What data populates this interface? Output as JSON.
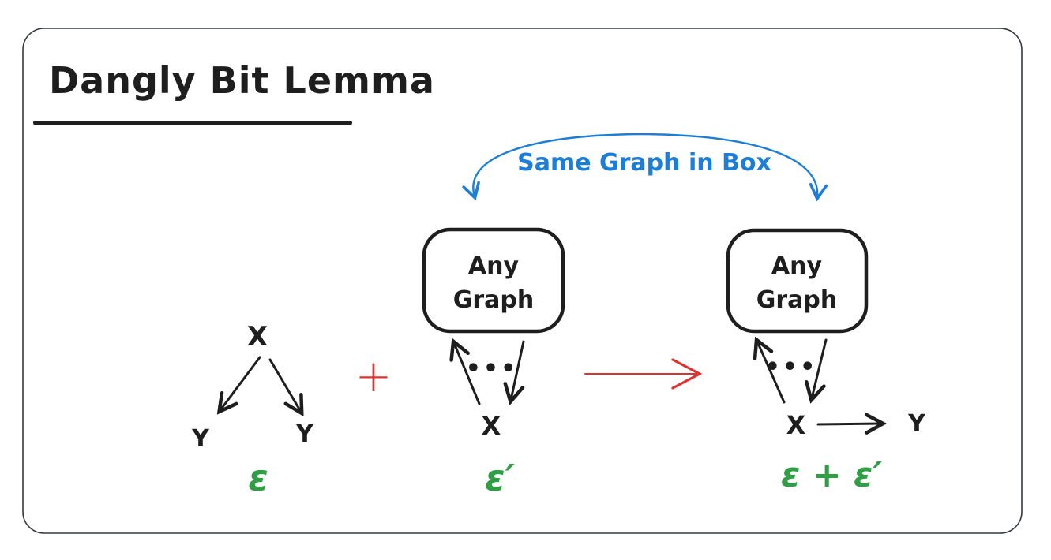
{
  "title": "Dangly Bit Lemma",
  "annotation": {
    "text": "Same Graph in Box"
  },
  "boxes": {
    "left": {
      "line1": "Any",
      "line2": "Graph"
    },
    "right": {
      "line1": "Any",
      "line2": "Graph"
    }
  },
  "graphs": {
    "left": {
      "parent": "X",
      "child_left": "Y",
      "child_right": "Y",
      "label": "ε"
    },
    "middle": {
      "dots": "•••",
      "node": "X",
      "label": "ε′"
    },
    "right": {
      "dots": "•••",
      "node": "X",
      "child": "Y",
      "label": "ε + ε′"
    }
  },
  "operators": {
    "plus": "+"
  },
  "colors": {
    "ink": "#1e1e1e",
    "frame_border": "#343a40",
    "annotation_blue": "#1c7ed6",
    "operation_red": "#e03131",
    "label_green": "#2f9e44",
    "background": "#ffffff"
  }
}
